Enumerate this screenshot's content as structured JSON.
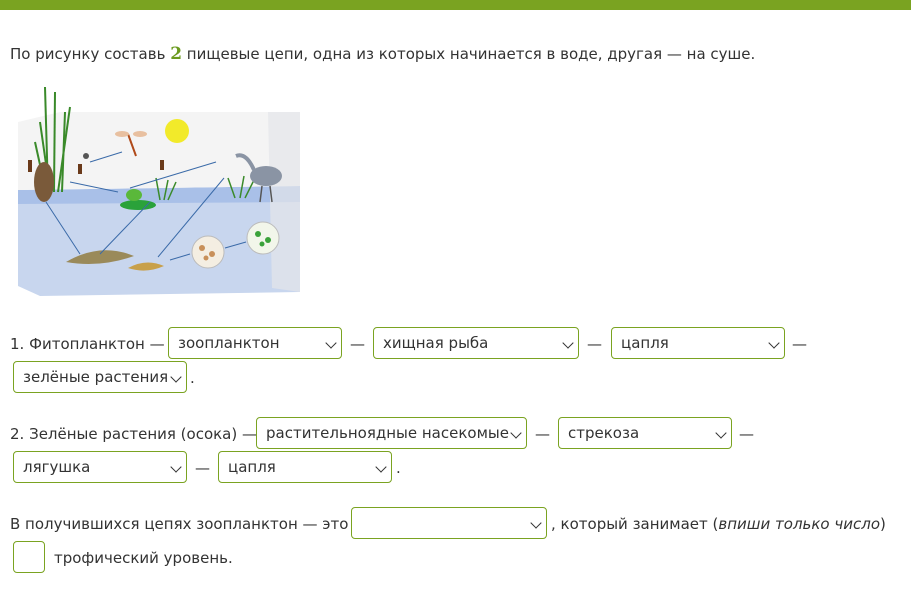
{
  "theme": {
    "accent": "#7aa321",
    "accent_text": "#6a9a1e"
  },
  "task": {
    "prefix": "По рисунку составь ",
    "number": "2",
    "suffix": " пищевые цепи, одна из которых начинается в воде, другая — на суше."
  },
  "figure": {
    "description_icons": [
      "cattail-plants-icon",
      "sun-icon",
      "dragonfly-icon",
      "frog-icon",
      "heron-icon",
      "beaver-icon",
      "pike-icon",
      "small-fish-icon",
      "zooplankton-icon",
      "phytoplankton-icon",
      "arrow-icon"
    ]
  },
  "chain1": {
    "start": "1. Фитопланктон —",
    "select1": "зоопланктон",
    "dash1": "—",
    "select2": "хищная рыба",
    "dash2": "—",
    "select3": "цапля",
    "dash3": "—",
    "select4": "зелёные растения",
    "end": "."
  },
  "chain2": {
    "start": "2. Зелёные растения (осока) —",
    "select1": "растительноядные насекомые",
    "dash1": "—",
    "select2": "стрекоза",
    "dash2": "—",
    "select3": "лягушка",
    "dash3": "—",
    "select4": "цапля",
    "end": "."
  },
  "question": {
    "text1": "В получившихся цепях зоопланктон — это",
    "select_value": "",
    "text2": ", который занимает (",
    "hint": "впиши только число",
    "text3": ")",
    "input_value": "",
    "text4": "трофический уровень."
  }
}
